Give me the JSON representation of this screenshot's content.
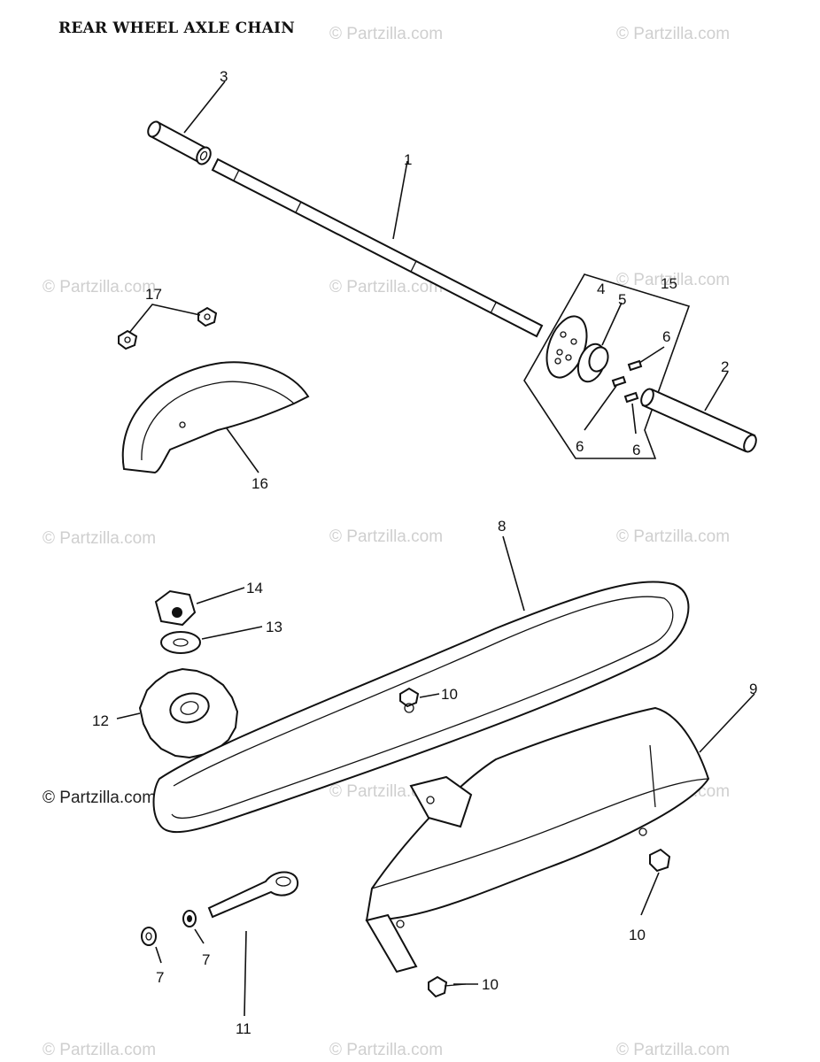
{
  "title": "REAR WHEEL AXLE    CHAIN",
  "watermark": "© Partzilla.com",
  "labels": {
    "axle": "1",
    "axle_right": "2",
    "sleeve": "3",
    "hub_plate": "4",
    "hub": "5",
    "bolt_a": "6",
    "bolt_b": "6",
    "bolt_c": "6",
    "nut_left": "7",
    "nut_right": "7",
    "chain": "8",
    "chain_cover": "9",
    "bolt_center": "10",
    "bolt_cover": "10",
    "bolt_bottom": "10",
    "adjuster": "11",
    "sprocket": "12",
    "washer": "13",
    "nut_top": "14",
    "hub_assembly": "15",
    "guard": "16",
    "nuts_small": "17"
  }
}
